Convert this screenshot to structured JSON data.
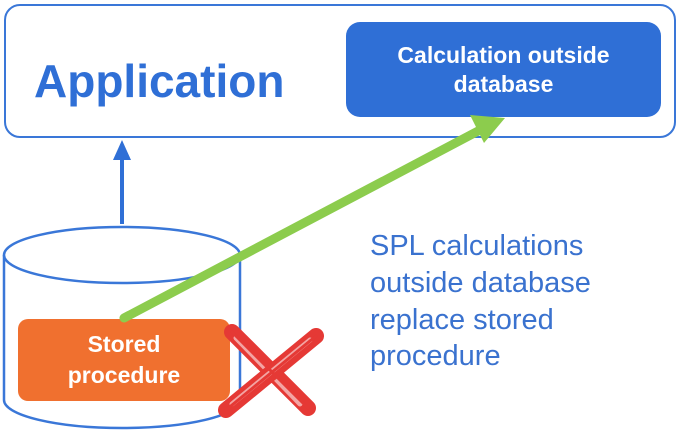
{
  "application": {
    "title": "Application",
    "calc_box": {
      "line1": "Calculation outside",
      "line2": "database"
    }
  },
  "database": {
    "stored_procedure": {
      "line1": "Stored",
      "line2": "procedure"
    }
  },
  "note": {
    "lines": [
      "SPL calculations",
      "outside database",
      "replace stored",
      "procedure"
    ]
  },
  "colors": {
    "blue": "#2f6fd6",
    "orange": "#f0702f",
    "green": "#8ccc4d",
    "red": "#e53935"
  },
  "icons": {
    "rejection": "cross-mark-icon",
    "flow_up": "arrow-up-icon",
    "flow_out": "arrow-diagonal-icon"
  }
}
